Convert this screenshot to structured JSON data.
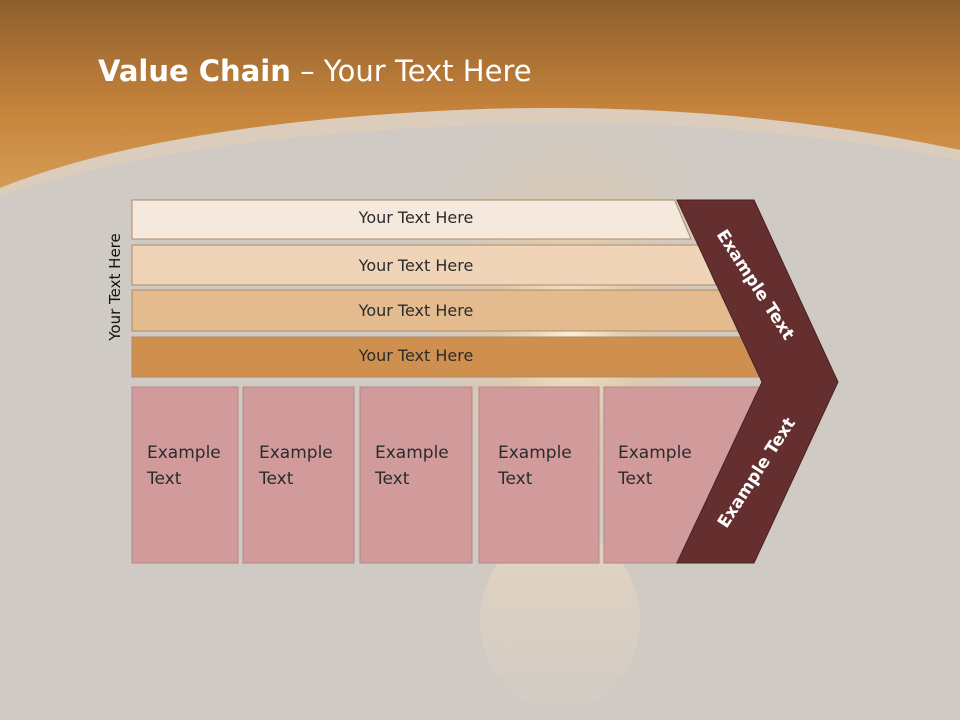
{
  "slide": {
    "title_bold": "Value Chain",
    "title_rest": " – Your Text Here",
    "side_label": "Your Text Here"
  },
  "bands": [
    {
      "label": "Your Text Here",
      "color": "#f5e8dc"
    },
    {
      "label": "Your Text Here",
      "color": "#efd4b8"
    },
    {
      "label": "Your Text Here",
      "color": "#e4bb8e"
    },
    {
      "label": "Your Text Here",
      "color": "#cf8f4f"
    }
  ],
  "boxes": [
    {
      "line1": "Example",
      "line2": "Text"
    },
    {
      "line1": "Example",
      "line2": "Text"
    },
    {
      "line1": "Example",
      "line2": "Text"
    },
    {
      "line1": "Example",
      "line2": "Text"
    },
    {
      "line1": "Example",
      "line2": "Text"
    }
  ],
  "chevron": {
    "upper_label": "Example Text",
    "lower_label": "Example Text",
    "color": "#652f30"
  },
  "colors": {
    "header": "#c7843c",
    "background": "#cfcac4",
    "box_fill": "#d19b9c",
    "box_border": "#b88788"
  }
}
